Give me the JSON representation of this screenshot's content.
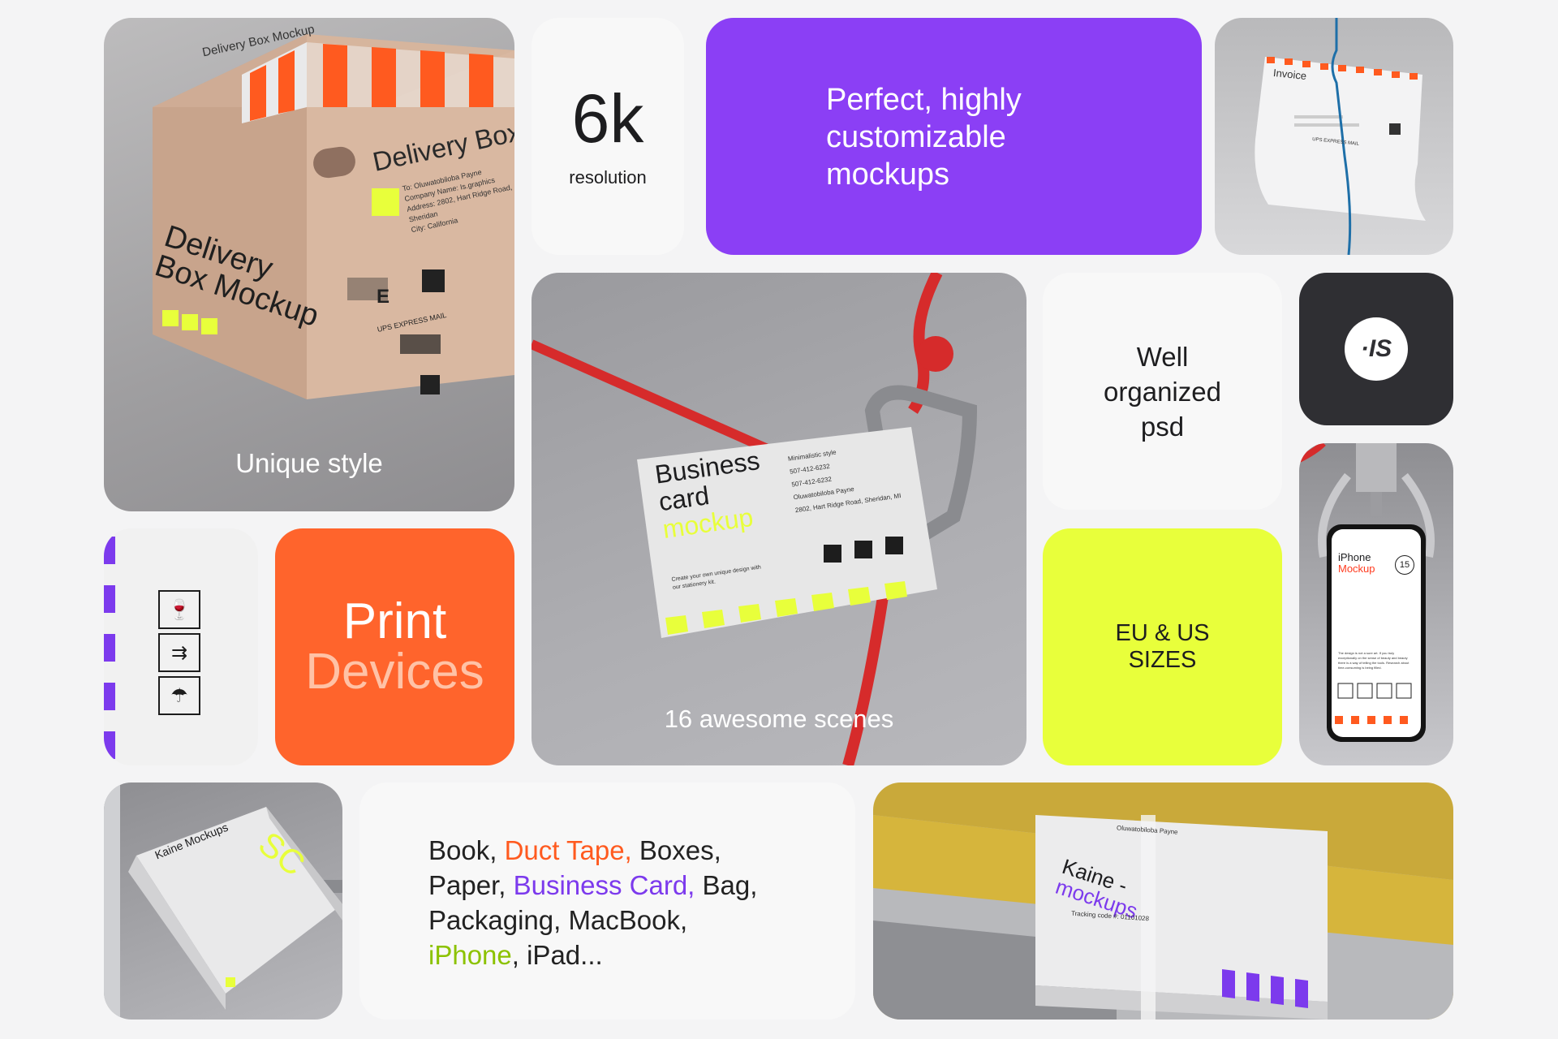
{
  "tiles": {
    "box": {
      "caption": "Unique style",
      "box_title": "Delivery Box",
      "box_big_line1": "Delivery",
      "box_big_line2": "Box Mockup",
      "tape_text": "Delivery Box Mockup",
      "label_lines": [
        "To: Oluwatobiloba Payne",
        "Company Name: Is.graphics",
        "Address: 2802, Hart Ridge Road, Sheridan",
        "City: California"
      ],
      "carrier_text": "UPS EXPRESS MAIL",
      "letter": "E"
    },
    "resolution": {
      "value": "6k",
      "label": "resolution"
    },
    "headline": {
      "line1": "Perfect, highly",
      "line2": "customizable",
      "line3": "mockups"
    },
    "invoice": {
      "title": "Invoice",
      "carrier_text": "UPS EXPRESS MAIL"
    },
    "scenes": {
      "caption": "16 awesome scenes",
      "card_title1": "Business",
      "card_title2": "card",
      "card_title3": "mockup",
      "card_info": [
        "Minimalistic style",
        "507-412-6232",
        "507-412-6232",
        "Oluwatobiloba Payne",
        "2802, Hart Ridge Road, Sheridan, MI"
      ],
      "card_note": "Create your own unique design with our stationery kit."
    },
    "organized": {
      "line1": "Well",
      "line2": "organized",
      "line3": "psd"
    },
    "logo": {
      "mark": "·IS"
    },
    "print": {
      "line1": "Print",
      "line2": "Devices"
    },
    "sizes": {
      "line1": "EU & US",
      "line2": "SIZES"
    },
    "iphone": {
      "title1": "iPhone",
      "title2": "Mockup",
      "badge": "15",
      "body_text": "The design is not a sure art. If you truly exceptionally on the sense of beauty and beauty there is a way of telling the tools. Research about time-consuming is being filled."
    },
    "book": {
      "title": "Kaine Mockups",
      "letters": "SC"
    },
    "list": {
      "items": [
        {
          "text": "Book, ",
          "color": "#222222"
        },
        {
          "text": "Duct Tape,",
          "color": "#ff5a1f"
        },
        {
          "text": " Boxes,",
          "color": "#222222"
        },
        {
          "text": "Paper, ",
          "color": "#222222"
        },
        {
          "text": "Business Card,",
          "color": "#7c3aed"
        },
        {
          "text": " Bag,",
          "color": "#222222"
        },
        {
          "text": "Packaging, MacBook,",
          "color": "#222222"
        },
        {
          "text": "iPhone",
          "color": "#8cc200"
        },
        {
          "text": ", iPad...",
          "color": "#222222"
        }
      ]
    },
    "paper": {
      "title1": "Kaine -",
      "title2": "mockups",
      "name": "Oluwatobiloba Payne",
      "tracking": "Tracking code #: 01101028"
    }
  },
  "colors": {
    "purple": "#8b3ff5",
    "orange": "#ff642c",
    "lime": "#e8ff3b",
    "dark": "#2f2f33",
    "light_tile": "#f8f8f8"
  }
}
